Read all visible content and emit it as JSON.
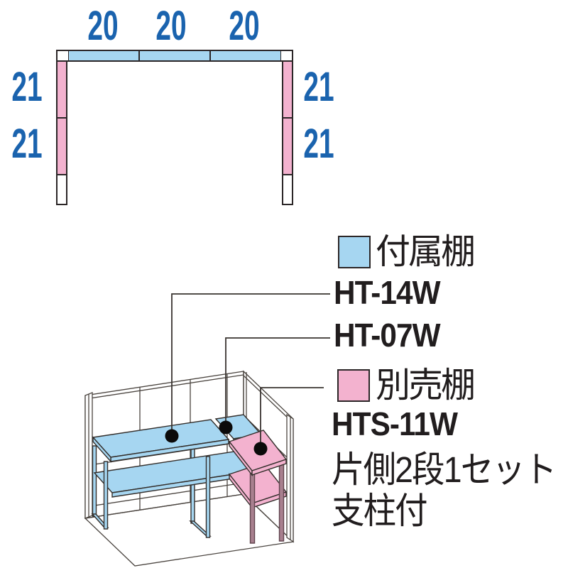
{
  "plan_view": {
    "top_dimensions": [
      "20",
      "20",
      "20"
    ],
    "left_dimensions": [
      "21",
      "21"
    ],
    "right_dimensions": [
      "21",
      "21"
    ]
  },
  "legend": {
    "attached_shelf": {
      "label": "付属棚",
      "swatch_color": "#a6d6f1",
      "models": [
        "HT-14W",
        "HT-07W"
      ]
    },
    "separate_shelf": {
      "label": "別売棚",
      "swatch_color": "#f3b2cf",
      "model": "HTS-11W",
      "notes": [
        "片側2段1セット",
        "支柱付"
      ]
    }
  },
  "colors": {
    "shelf_blue": "#a6d6f1",
    "shelf_pink": "#f3b2cf",
    "post_mauve": "#a8808f",
    "dimension_text_blue": "#1a63ae",
    "outline_dark": "#2b2627",
    "line_dark": "#4b4540",
    "text_black": "#211d1e"
  }
}
